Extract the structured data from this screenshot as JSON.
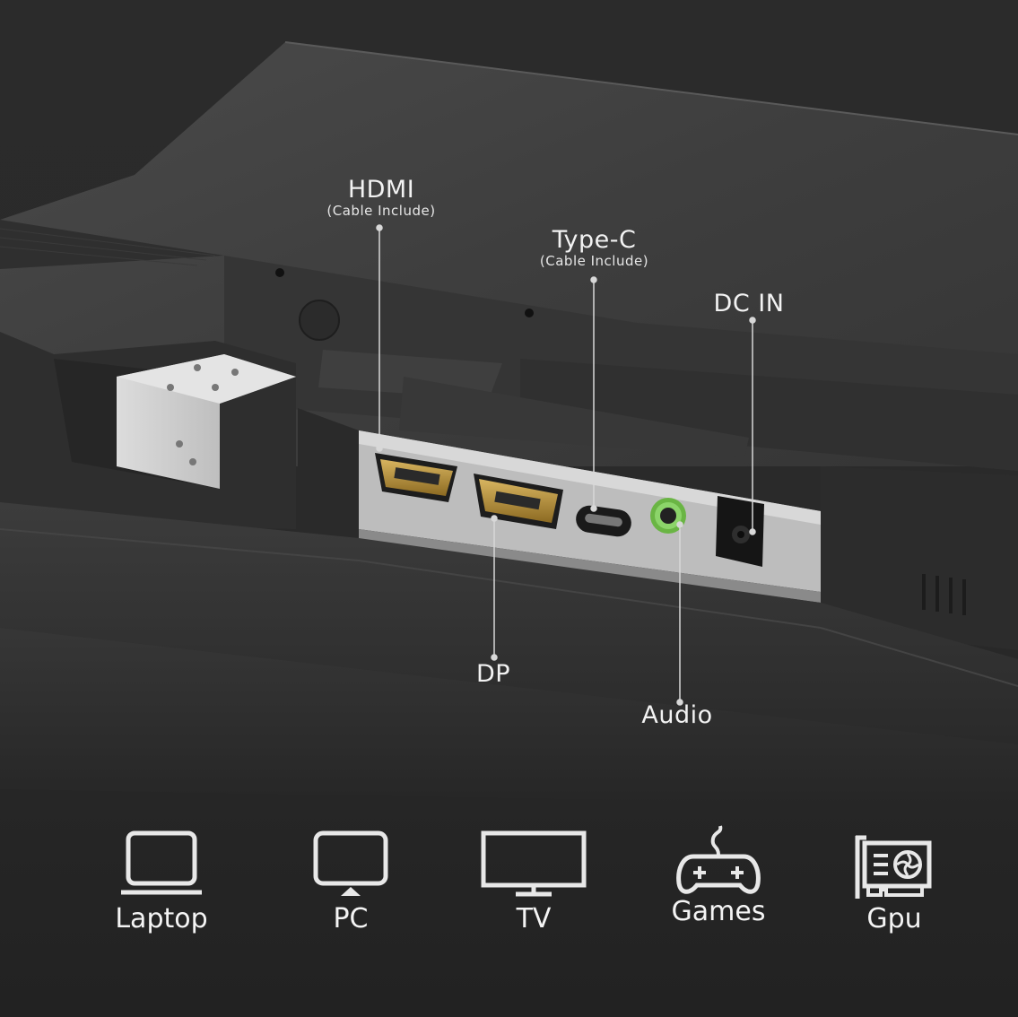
{
  "callouts": {
    "hdmi": {
      "label": "HDMI",
      "note": "(Cable Include)"
    },
    "typec": {
      "label": "Type-C",
      "note": "(Cable Include)"
    },
    "dcin": {
      "label": "DC IN"
    },
    "dp": {
      "label": "DP"
    },
    "audio": {
      "label": "Audio"
    }
  },
  "devices": [
    {
      "label": "Laptop",
      "icon": "laptop-icon"
    },
    {
      "label": "PC",
      "icon": "monitor-icon"
    },
    {
      "label": "TV",
      "icon": "tv-icon"
    },
    {
      "label": "Games",
      "icon": "gamepad-icon"
    },
    {
      "label": "Gpu",
      "icon": "graphics-card-icon"
    }
  ],
  "colors": {
    "background": "#262626",
    "panel": "#3a3a3a",
    "port_gold": "#b8953a",
    "audio_ring": "#7ec850",
    "text": "#f2f2f2"
  }
}
